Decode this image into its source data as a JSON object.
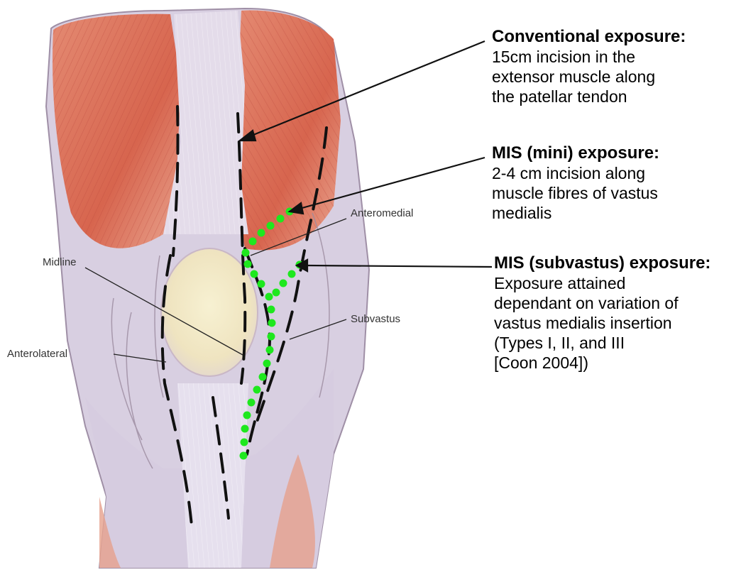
{
  "callouts": [
    {
      "title": "Conventional exposure:",
      "text": "15cm incision in the\nextensor muscle along\nthe patellar tendon"
    },
    {
      "title": "MIS (mini) exposure:",
      "text": "2-4 cm incision along\nmuscle fibres of vastus\nmedialis"
    },
    {
      "title": "MIS (subvastus) exposure:",
      "text": "Exposure attained\ndependant on variation of\nvastus medialis insertion\n(Types I, II, and III\n[Coon 2004])"
    }
  ],
  "labels": {
    "anteromedial": "Anteromedial",
    "midline": "Midline",
    "subvastus": "Subvastus",
    "anterolateral": "Anterolateral"
  },
  "colors": {
    "muscle": "#d9705a",
    "tendon": "#ddd6e6",
    "patella": "#f0ead0",
    "mis_dots": "#1ee81e",
    "incision": "#111111"
  }
}
